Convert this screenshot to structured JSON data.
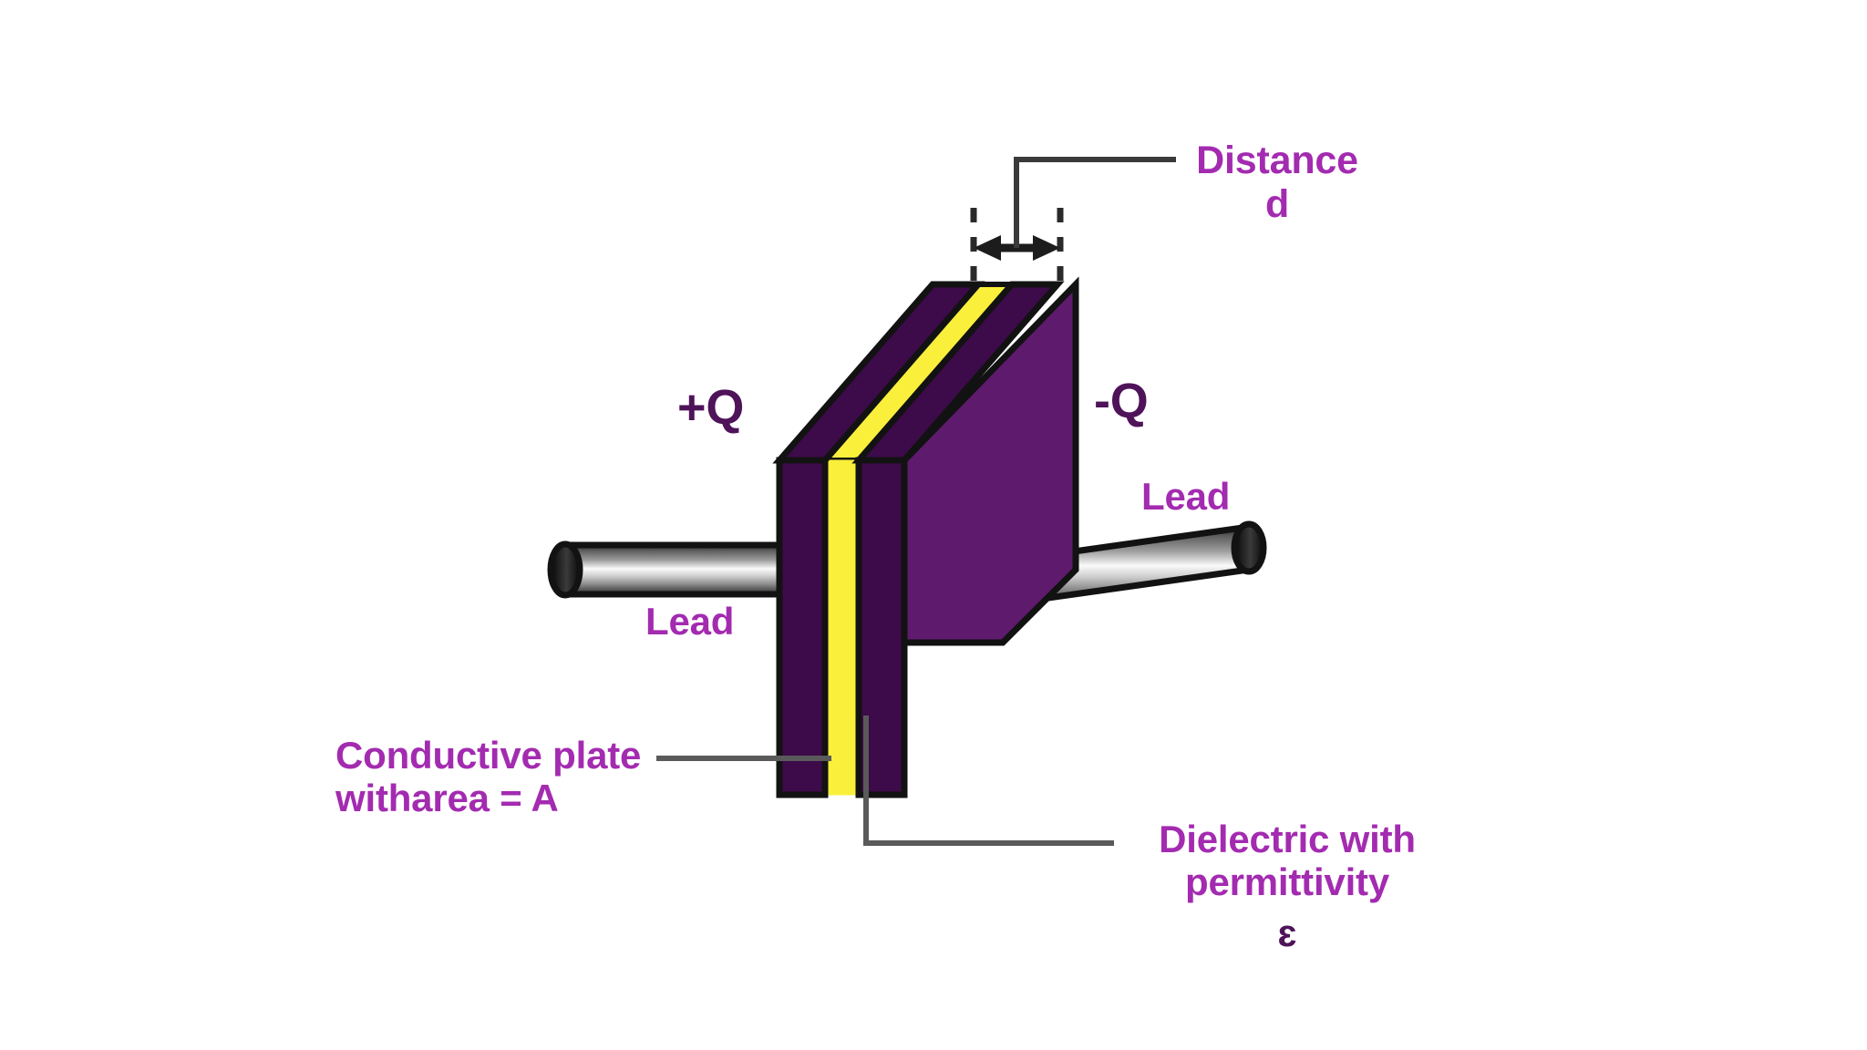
{
  "diagram": {
    "title": "Parallel plate capacitor with dielectric",
    "background_color": "#FFFFFF",
    "labels": {
      "distance": "Distance\nd",
      "charge_positive": "+Q",
      "charge_negative": "-Q",
      "lead_left": "Lead",
      "lead_right": "Lead",
      "conductive_plate": "Conductive plate\nwitharea = A",
      "dielectric": "Dielectric with\npermittivity",
      "epsilon_symbol": "ɛ"
    },
    "colors": {
      "label_purple": "#A32BB0",
      "dark_purple": "#4E1359",
      "plate_edge": "#3D0A4A",
      "plate_face": "#5E1B6D",
      "dielectric_yellow": "#FAF03C",
      "outline_black": "#121212",
      "leader_gray": "#555555",
      "lead_metal_light": "#F2F2F2",
      "lead_metal_dark": "#2B2B2B"
    },
    "parts": {
      "plate_left_name": "positive conductive plate",
      "plate_right_name": "negative conductive plate",
      "dielectric_name": "dielectric slab",
      "lead_left_name": "left terminal lead",
      "lead_right_name": "right terminal lead",
      "dimension_name": "plate separation dimension"
    }
  }
}
